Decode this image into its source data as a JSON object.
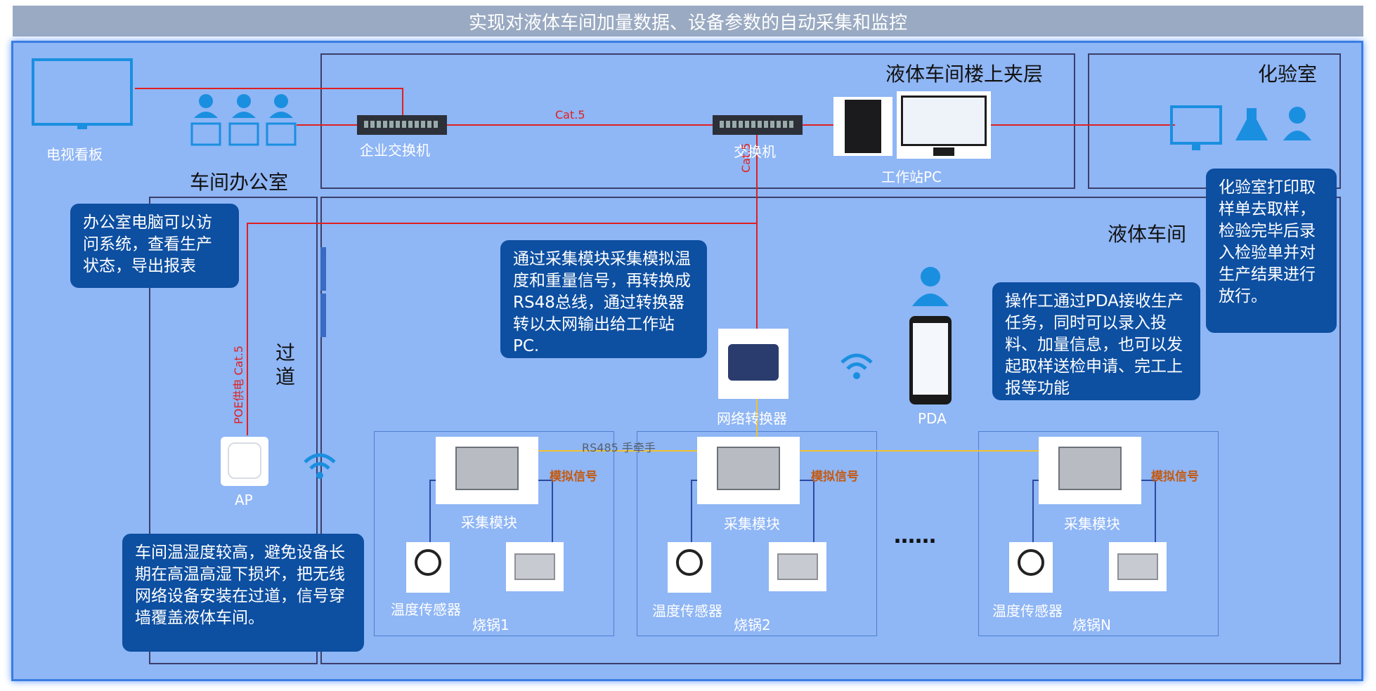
{
  "title": "实现对液体车间加量数据、设备参数的自动采集和监控",
  "zones": {
    "mezzanine": "液体车间楼上夹层",
    "lab": "化验室",
    "workshop": "液体车间",
    "office": "车间办公室",
    "corridor": "过\n道"
  },
  "devices": {
    "tv": "电视看板",
    "enterprise_switch": "企业交换机",
    "switch": "交换机",
    "workstation": "工作站PC",
    "converter": "网络转换器",
    "pda": "PDA",
    "ap": "AP",
    "module1": "采集模块",
    "module2": "采集模块",
    "module3": "采集模块",
    "temp1": "温度传感器",
    "temp2": "温度传感器",
    "temp3": "温度传感器",
    "kettle1": "烧锅1",
    "kettle2": "烧锅2",
    "kettleN": "烧锅N",
    "ellipsis": "……"
  },
  "cables": {
    "cat5_h": "Cat.5",
    "cat5_v": "Cat.5",
    "poe": "POE供电 Cat.5",
    "rs485": "RS485 手牵手",
    "analog1": "模拟信号",
    "analog2": "模拟信号",
    "analog3": "模拟信号"
  },
  "callouts": {
    "office": "办公室电脑可以访问系统，查看生产状态，导出报表",
    "converter": "通过采集模块采集模拟温度和重量信号，再转换成RS48总线，通过转换器转以太网输出给工作站PC.",
    "pda": "操作工通过PDA接收生产任务，同时可以录入投料、加量信息，也可以发起取样送检申请、完工上报等功能",
    "lab": "化验室打印取样单去取样，检验完毕后录入检验单并对生产结果进行放行。",
    "ap": "车间温湿度较高，避免设备长期在高温高湿下损坏，把无线网络设备安装在过道，信号穿墙覆盖液体车间。"
  },
  "colors": {
    "accent_blue": "#1a8fe0",
    "callout_bg": "#0d4fa1",
    "cable_red": "#e02020",
    "bus_yellow": "#f2c230",
    "panel_bg": "#8fb6f5"
  },
  "icons": [
    "monitor-icon",
    "user-icon",
    "computer-icon",
    "switch-icon",
    "tower-pc-icon",
    "wifi-icon",
    "flask-icon",
    "phone-icon",
    "access-point-icon",
    "sensor-probe-icon",
    "load-cell-icon",
    "din-module-icon"
  ]
}
